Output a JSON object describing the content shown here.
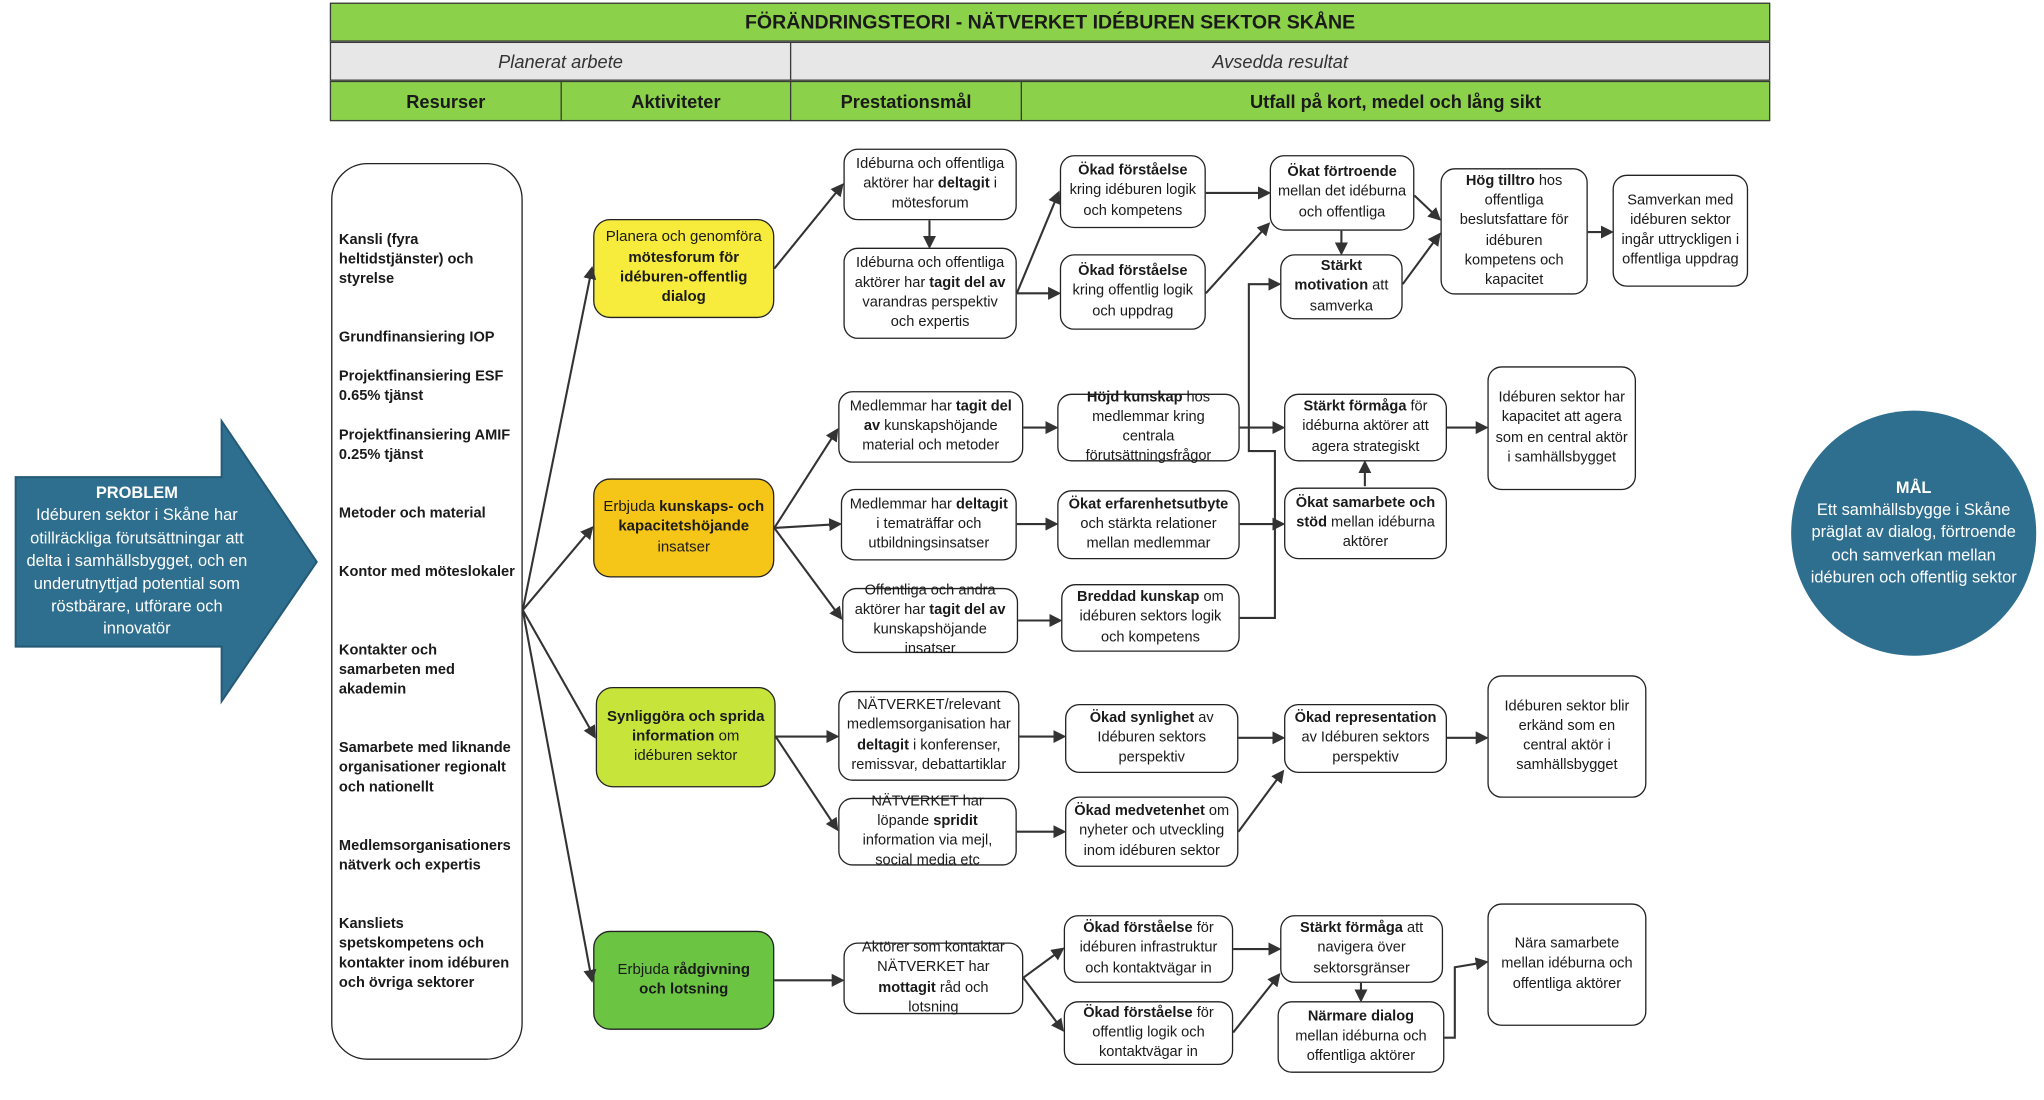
{
  "title": "FÖRÄNDRINGSTEORI - NÄTVERKET IDÉBUREN SEKTOR SKÅNE",
  "header": {
    "planned": "Planerat arbete",
    "intended": "Avsedda resultat",
    "resources": "Resurser",
    "activities": "Aktiviteter",
    "outputs": "Prestationsmål",
    "outcomes": "Utfall på kort, medel och lång sikt"
  },
  "problem": {
    "title": "PROBLEM",
    "text": "Idéburen sektor i Skåne har otillräckliga förutsättningar att delta i samhällsbygget, och en underutnyttjad potential som röstbärare, utförare och innovatör"
  },
  "goal": {
    "title": "MÅL",
    "text": "Ett samhällsbygge i Skåne präglat av dialog, förtroende och samverkan mellan idéburen och offentlig sektor"
  },
  "resources": [
    "Kansli (fyra heltidstjänster) och styrelse",
    "Grundfinansiering IOP",
    "Projektfinansiering ESF 0.65% tjänst",
    "Projektfinansiering AMIF 0.25% tjänst",
    "Metoder och material",
    "Kontor med möteslokaler",
    "Kontakter och samarbeten med akademin",
    "Samarbete med liknande organisationer regionalt och nationellt",
    "Medlemsorganisationers nätverk och expertis",
    "Kansliets spetskompetens och kontakter inom idéburen och övriga sektorer"
  ],
  "activities": [
    {
      "pre": "Planera och genomföra ",
      "bold": "mötesforum för idéburen-offentlig dialog",
      "post": "",
      "color": "#f7ec3b"
    },
    {
      "pre": "Erbjuda ",
      "bold": "kunskaps- och kapacitetshöjande",
      "post": " insatser",
      "color": "#f5c518"
    },
    {
      "pre": "",
      "bold": "Synliggöra och sprida information",
      "post": " om idéburen sektor",
      "color": "#c6e43a"
    },
    {
      "pre": "Erbjuda ",
      "bold": "rådgivning och lotsning",
      "post": "",
      "color": "#6cc443"
    }
  ],
  "nodes": {
    "o1": {
      "pre": "Idéburna och offentliga aktörer har ",
      "bold": "deltagit",
      "post": " i mötesforum"
    },
    "o2": {
      "pre": "Idéburna och offentliga aktörer har ",
      "bold": "tagit del av",
      "post": " varandras perspektiv och expertis"
    },
    "o3": {
      "pre": "Medlemmar har ",
      "bold": "tagit del av",
      "post": " kunskapshöjande material och metoder"
    },
    "o4": {
      "pre": "Medlemmar har ",
      "bold": "deltagit",
      "post": " i tematräffar och utbildningsinsatser"
    },
    "o5": {
      "pre": "Offentliga och andra aktörer har ",
      "bold": "tagit del av",
      "post": " kunskapshöjande insatser"
    },
    "o6": {
      "pre": "NÄTVERKET/relevant medlemsorganisation har ",
      "bold": "deltagit",
      "post": " i konferenser, remissvar, debattartiklar"
    },
    "o7": {
      "pre": "NÄTVERKET har löpande ",
      "bold": "spridit",
      "post": " information via mejl, social media etc"
    },
    "o8": {
      "pre": "Aktörer som kontaktar NÄTVERKET har ",
      "bold": "mottagit",
      "post": " råd och lotsning"
    },
    "s1": {
      "pre": "",
      "bold": "Ökad förståelse",
      "post": " kring idéburen logik och kompetens"
    },
    "s2": {
      "pre": "",
      "bold": "Ökad förståelse",
      "post": " kring offentlig logik och uppdrag"
    },
    "s3": {
      "pre": "",
      "bold": "Höjd kunskap",
      "post": " hos medlemmar kring centrala förutsättningsfrågor"
    },
    "s4": {
      "pre": "",
      "bold": "Ökat erfarenhetsutbyte",
      "post": " och stärkta relationer mellan medlemmar"
    },
    "s5": {
      "pre": "",
      "bold": "Breddad kunskap",
      "post": " om idéburen sektors logik och kompetens"
    },
    "s6": {
      "pre": "",
      "bold": "Ökad synlighet",
      "post": " av Idéburen sektors perspektiv"
    },
    "s7": {
      "pre": "",
      "bold": "Ökad medvetenhet",
      "post": " om nyheter och utveckling inom idéburen sektor"
    },
    "s8": {
      "pre": "",
      "bold": "Ökad förståelse",
      "post": " för idéburen infrastruktur och kontaktvägar in"
    },
    "s9": {
      "pre": "",
      "bold": "Ökad förståelse",
      "post": " för offentlig logik och kontaktvägar in"
    },
    "m1": {
      "pre": "",
      "bold": "Ökat förtroende",
      "post": " mellan det idéburna och offentliga"
    },
    "m2": {
      "pre": "",
      "bold": "Stärkt motivation",
      "post": " att samverka"
    },
    "m3": {
      "pre": "",
      "bold": "Stärkt förmåga",
      "post": " för idéburna aktörer att agera strategiskt"
    },
    "m4": {
      "pre": "",
      "bold": "Ökat samarbete och stöd",
      "post": " mellan idéburna aktörer"
    },
    "m5": {
      "pre": "",
      "bold": "Ökad representation",
      "post": " av Idéburen sektors perspektiv"
    },
    "m6": {
      "pre": "",
      "bold": "Stärkt förmåga",
      "post": " att navigera över sektorsgränser"
    },
    "m7": {
      "pre": "",
      "bold": "Närmare dialog",
      "post": " mellan idéburna och offentliga aktörer"
    },
    "l1": {
      "pre": "",
      "bold": "Hög tilltro",
      "post": " hos offentliga beslutsfattare för idéburen kompetens och kapacitet"
    },
    "l2": {
      "pre": "Samverkan med idéburen sektor ingår uttryckligen i offentliga uppdrag",
      "bold": "",
      "post": ""
    },
    "l3": {
      "pre": "Idéburen sektor har kapacitet att agera som en central aktör i samhällsbygget",
      "bold": "",
      "post": ""
    },
    "l4": {
      "pre": "Idéburen sektor blir erkänd som en central aktör i samhällsbygget",
      "bold": "",
      "post": ""
    },
    "l5": {
      "pre": "Nära samarbete mellan idéburna och offentliga aktörer",
      "bold": "",
      "post": ""
    }
  },
  "colors": {
    "header_green": "#8cd14a",
    "header_grey": "#e7e7e7",
    "problem_blue": "#2e6e8e",
    "goal_blue": "#2e6e8e"
  }
}
